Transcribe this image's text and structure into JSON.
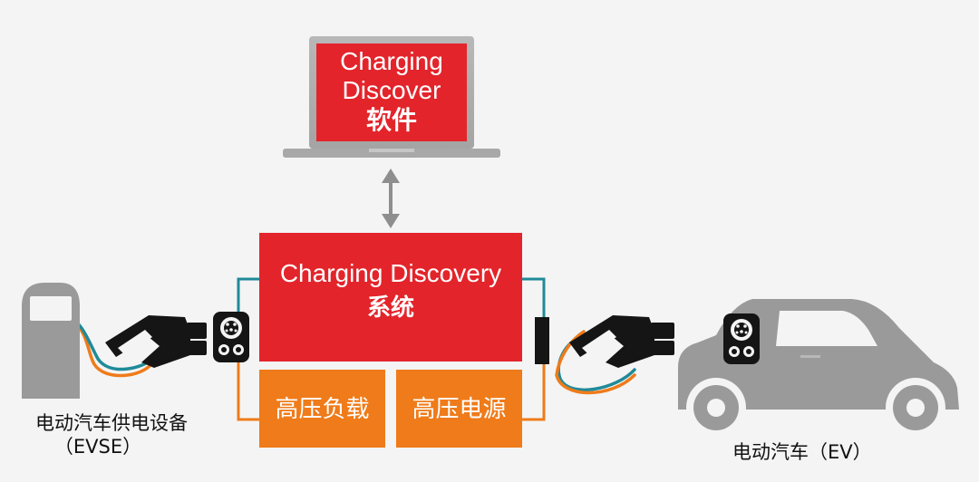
{
  "laptop": {
    "line1": "Charging",
    "line2": "Discover",
    "line3": "软件"
  },
  "system": {
    "line1": "Charging Discovery",
    "line2": "系统"
  },
  "load_box": "高压负载",
  "source_box": "高压电源",
  "evse": {
    "line1": "电动汽车供电设备",
    "line2": "（EVSE）"
  },
  "ev_label": "电动汽车（EV）",
  "colors": {
    "red": "#e3242b",
    "orange": "#ef7b1a",
    "grey": "#9a9a9a",
    "teal": "#1f8a99",
    "black": "#151515"
  }
}
